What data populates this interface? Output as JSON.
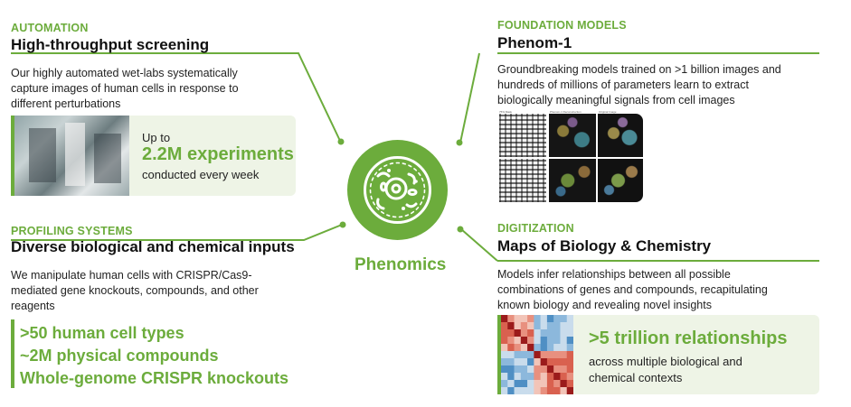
{
  "center": {
    "label": "Phenomics"
  },
  "tl": {
    "category": "AUTOMATION",
    "title": "High-throughput screening",
    "desc": [
      "Our highly automated wet-labs systematically",
      "capture images of human cells in response to",
      "different perturbations"
    ],
    "stat": {
      "pre": "Up to",
      "big": "2.2M experiments",
      "post": "conducted every week"
    }
  },
  "bl": {
    "category": "PROFILING SYSTEMS",
    "title": "Diverse biological and chemical inputs",
    "desc": [
      "We manipulate human cells with CRISPR/Cas9-",
      "mediated gene knockouts, compounds, and other",
      "reagents"
    ],
    "bullets": [
      ">50 human cell types",
      "~2M physical compounds",
      "Whole-genome CRISPR knockouts"
    ]
  },
  "tr": {
    "category": "FOUNDATION MODELS",
    "title": "Phenom-1",
    "desc": [
      "Groundbreaking models trained on >1 billion images and",
      "hundreds of millions of parameters learn to extract",
      "biologically meaningful signals from cell images"
    ],
    "image_labels": [
      "75% Mask",
      "Phenom-1 Reconstruction",
      "Original Image"
    ]
  },
  "br": {
    "category": "DIGITIZATION",
    "title": "Maps of Biology & Chemistry",
    "desc": [
      "Models infer relationships between all possible",
      "combinations of genes and compounds, recapitulating",
      "known biology and revealing novel insights"
    ],
    "stat": {
      "big": ">5 trillion relationships",
      "post": [
        "across multiple biological and",
        "chemical contexts"
      ]
    }
  },
  "colors": {
    "accent": "#6cac3c",
    "box": "#eef4e6"
  },
  "icons": {
    "center": "cell-icon"
  }
}
